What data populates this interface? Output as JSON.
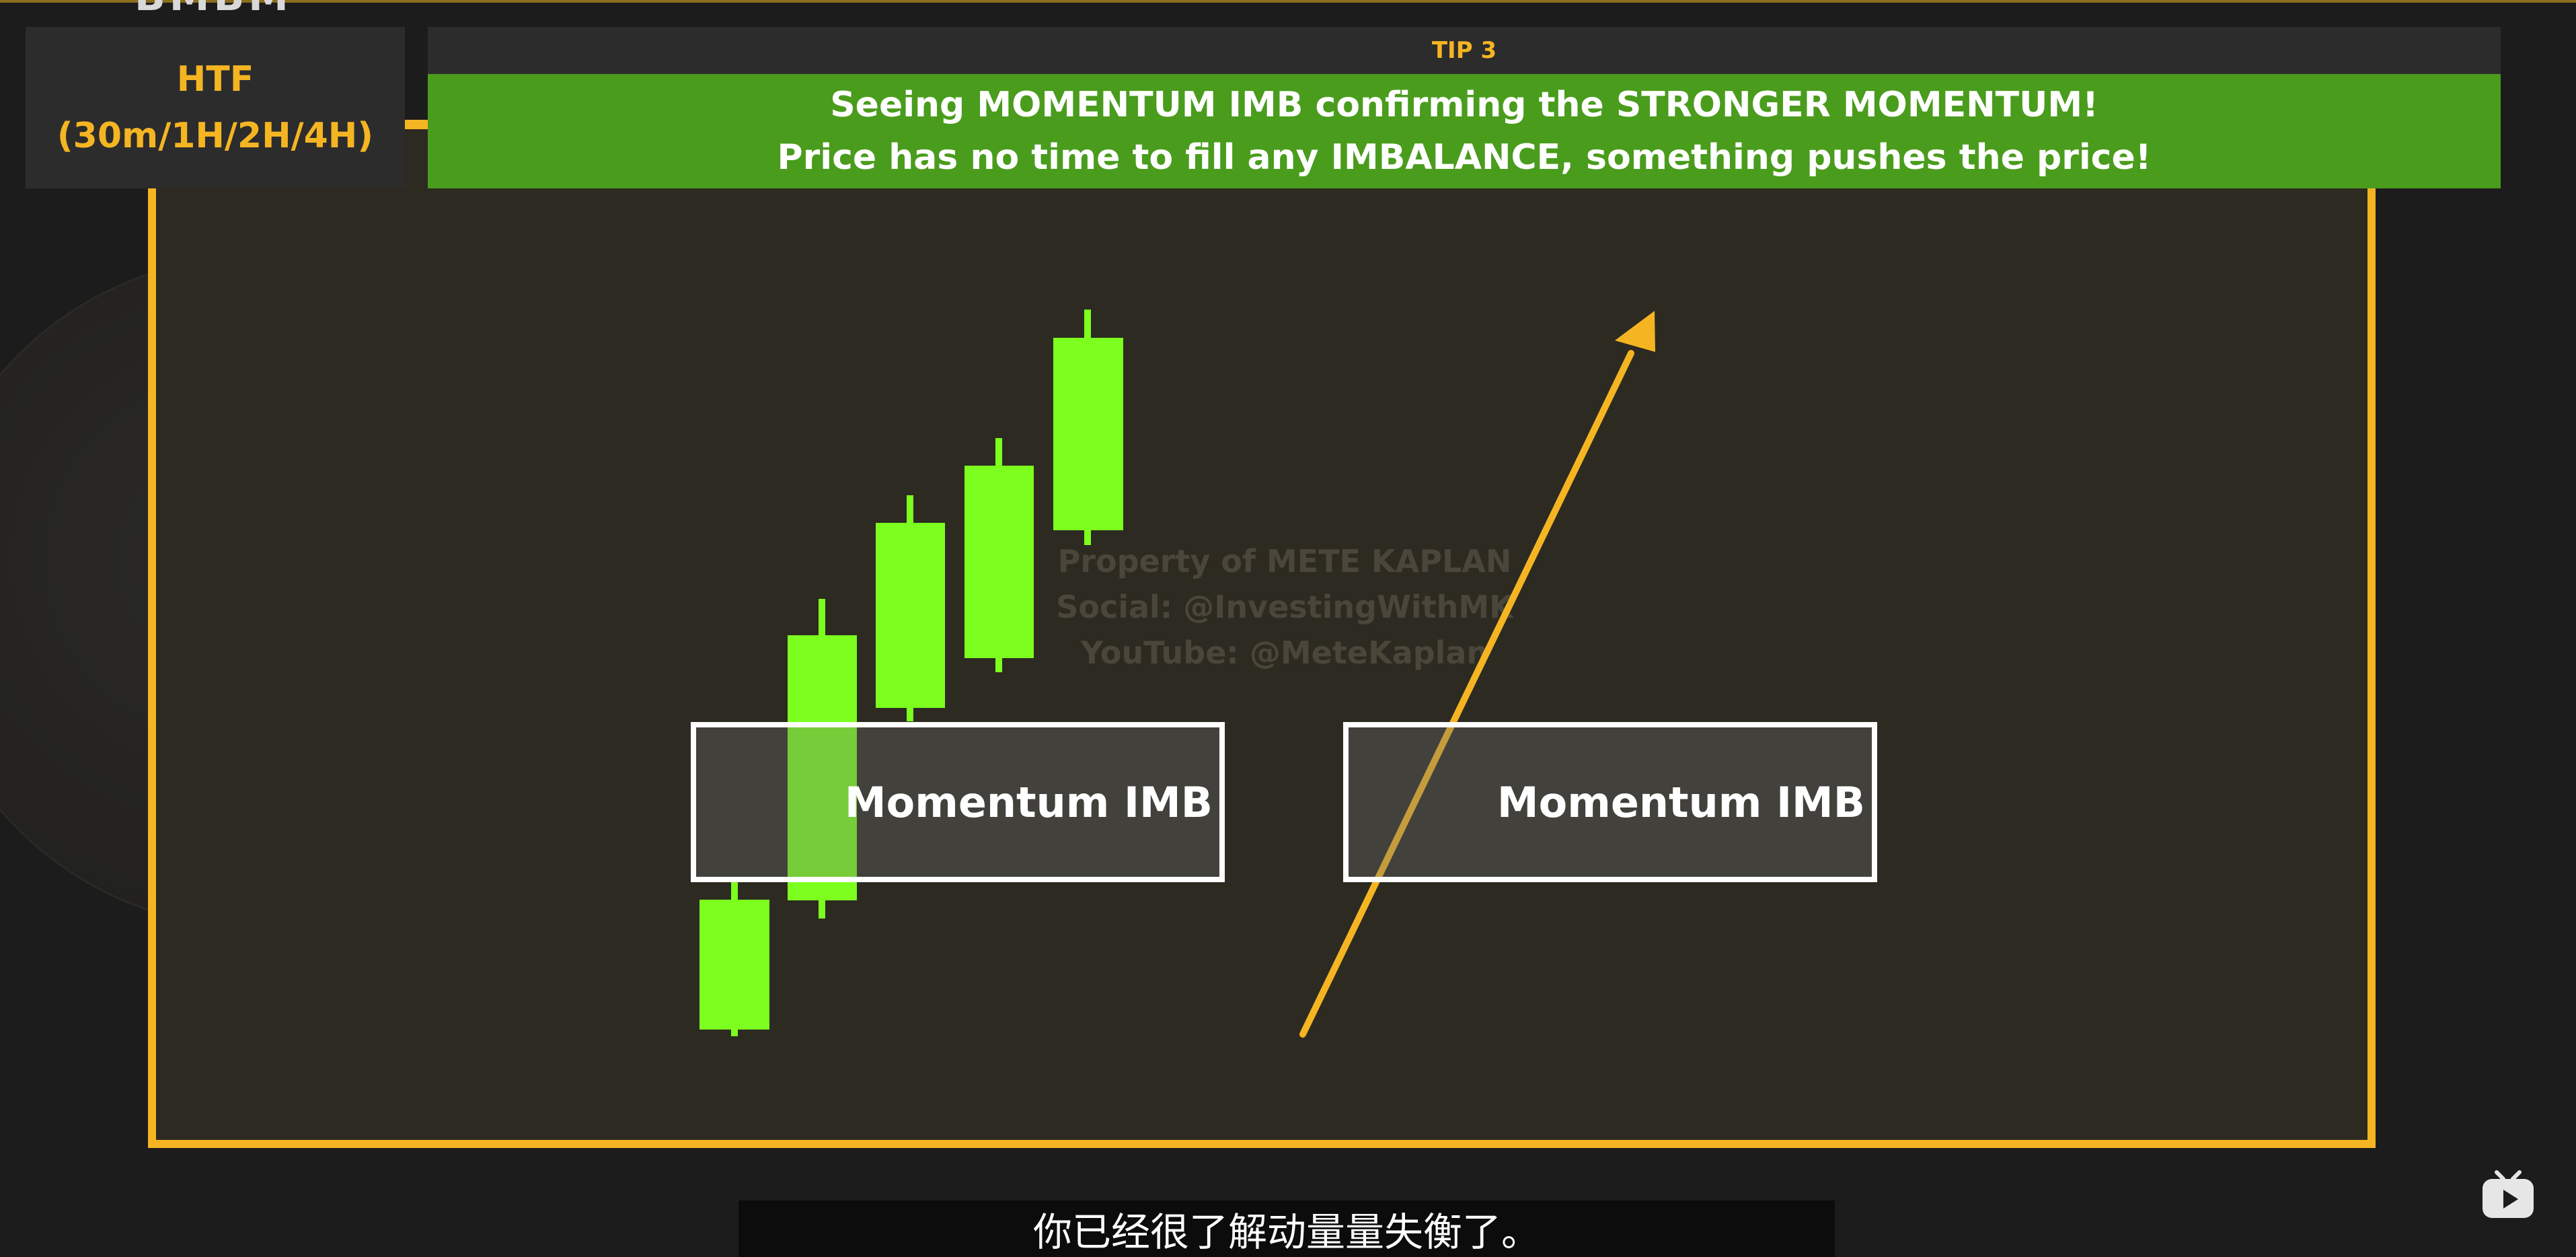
{
  "header": {
    "partial_title": "BMBM"
  },
  "htf": {
    "line1": "HTF",
    "line2": "(30m/1H/2H/4H)"
  },
  "tip": {
    "label": "TIP 3",
    "line1": "Seeing MOMENTUM IMB confirming the STRONGER MOMENTUM!",
    "line2": "Price has no time to fill any IMBALANCE, something pushes the price!"
  },
  "watermark": {
    "line1": "Property of METE KAPLAN",
    "line2": "Social: @InvestingWithMK",
    "line3": "YouTube: @MeteKaplan"
  },
  "zones": [
    {
      "label": "Momentum IMB"
    },
    {
      "label": "Momentum IMB"
    }
  ],
  "subtitle": "你已经很了解动量量失衡了。",
  "colors": {
    "accent": "#f5b522",
    "candle": "#7cff1e",
    "banner": "#4a9c1d",
    "frame_bg": "#2d2a22"
  },
  "icons": {
    "player": "tv-icon"
  }
}
